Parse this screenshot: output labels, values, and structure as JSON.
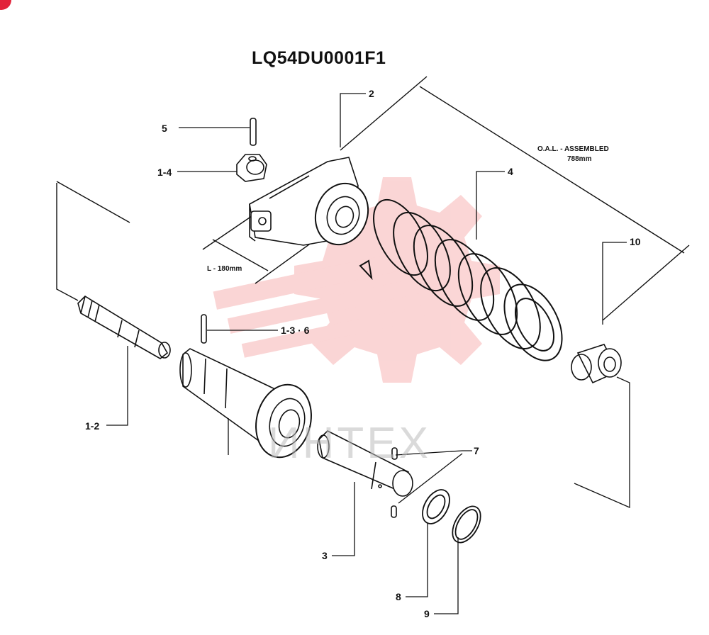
{
  "title": "LQ54DU0001F1",
  "watermark_text": "ИНТЕХ",
  "dimensions": {
    "oal_line1": "O.A.L. - ASSEMBLED",
    "oal_line2": "788mm",
    "length": "L - 180mm"
  },
  "callouts": {
    "c1_2": "1-2",
    "c1_3_6": "1-3 · 6",
    "c1_4": "1-4",
    "c2": "2",
    "c3": "3",
    "c4": "4",
    "c5": "5",
    "c7": "7",
    "c8": "8",
    "c9": "9",
    "c10": "10"
  },
  "colors": {
    "line": "#111111",
    "watermark_red": "#f06a6a",
    "badge": "#e2233a"
  }
}
